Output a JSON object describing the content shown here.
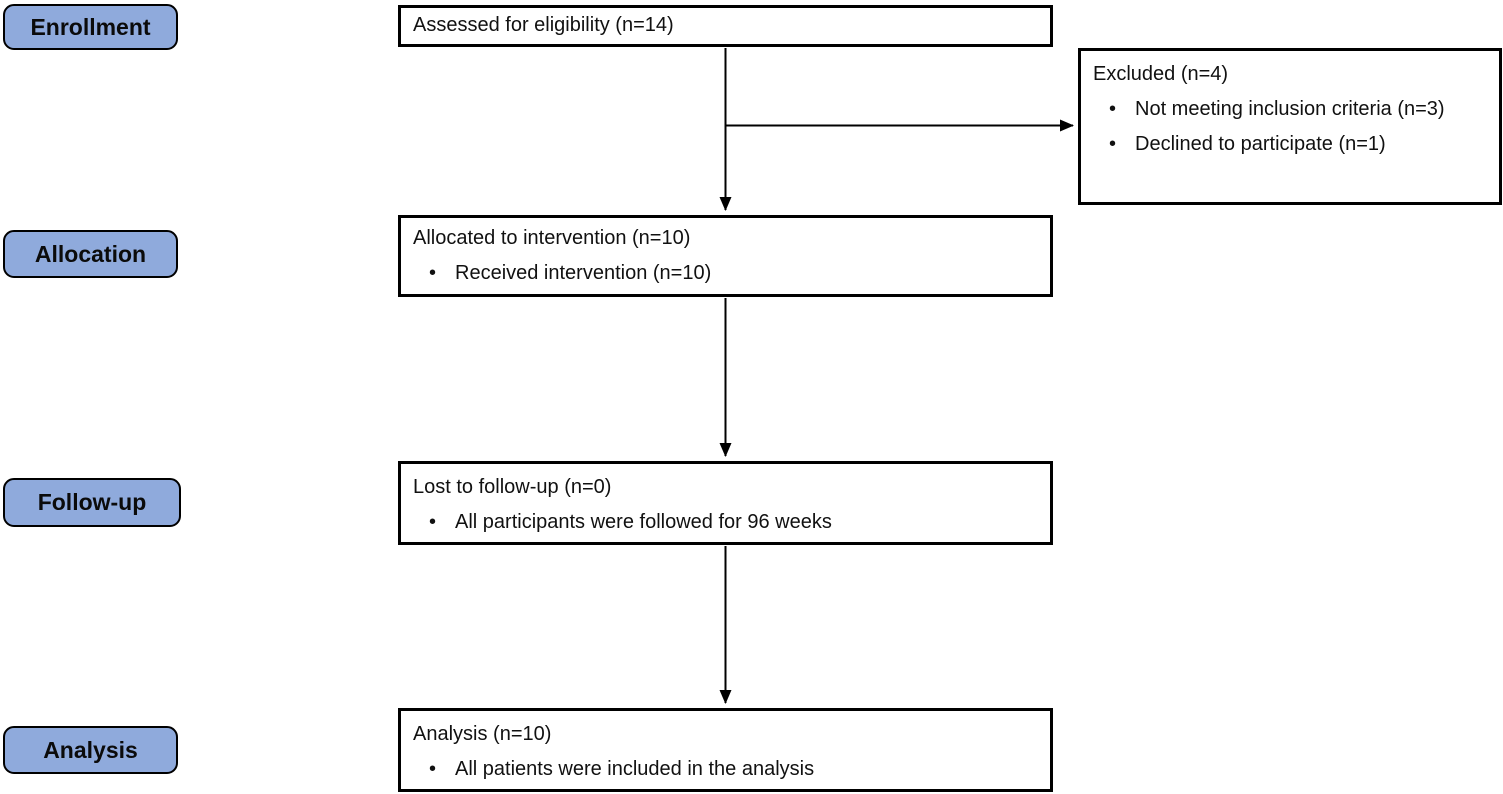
{
  "stages": [
    {
      "label": "Enrollment"
    },
    {
      "label": "Allocation"
    },
    {
      "label": "Follow-up"
    },
    {
      "label": "Analysis"
    }
  ],
  "boxes": {
    "assessed": {
      "title": "Assessed for eligibility (n=14)",
      "bullets": []
    },
    "excluded": {
      "title": "Excluded (n=4)",
      "bullets": [
        "Not meeting inclusion criteria (n=3)",
        "Declined to participate (n=1)"
      ]
    },
    "allocated": {
      "title": "Allocated to intervention (n=10)",
      "bullets": [
        "Received intervention (n=10)"
      ]
    },
    "followup": {
      "title": "Lost to follow-up (n=0)",
      "bullets": [
        "All participants were followed for 96 weeks"
      ]
    },
    "analysis": {
      "title": "Analysis (n=10)",
      "bullets": [
        "All patients were included in the analysis"
      ]
    }
  },
  "colors": {
    "stage_fill": "#8FAADC",
    "stage_border": "#000000",
    "box_border": "#000000",
    "arrow": "#000000",
    "background": "#FFFFFF"
  }
}
